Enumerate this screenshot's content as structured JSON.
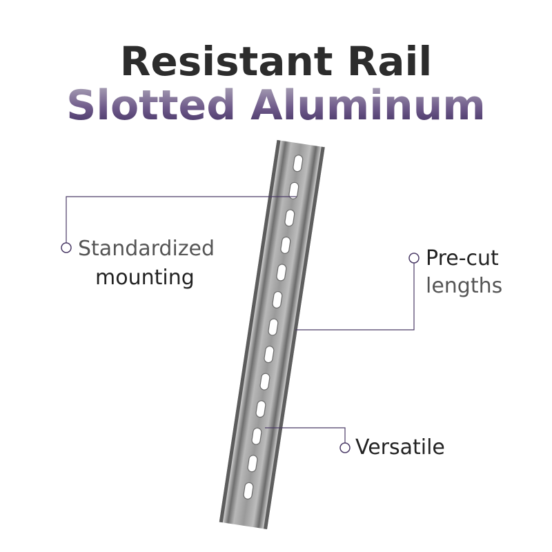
{
  "title": {
    "line1": "Resistant Rail",
    "line2": "Slotted Aluminum"
  },
  "callouts": {
    "standardized": {
      "line1": "Standardized",
      "line2": "mounting"
    },
    "precut": {
      "line1": "Pre-cut",
      "line2": "lengths"
    },
    "versatile": {
      "line1": "Versatile"
    }
  },
  "colors": {
    "title_dark": "#2c2c2c",
    "title_purple": "#3b2a5c",
    "callout_line": "#4a3a66"
  }
}
